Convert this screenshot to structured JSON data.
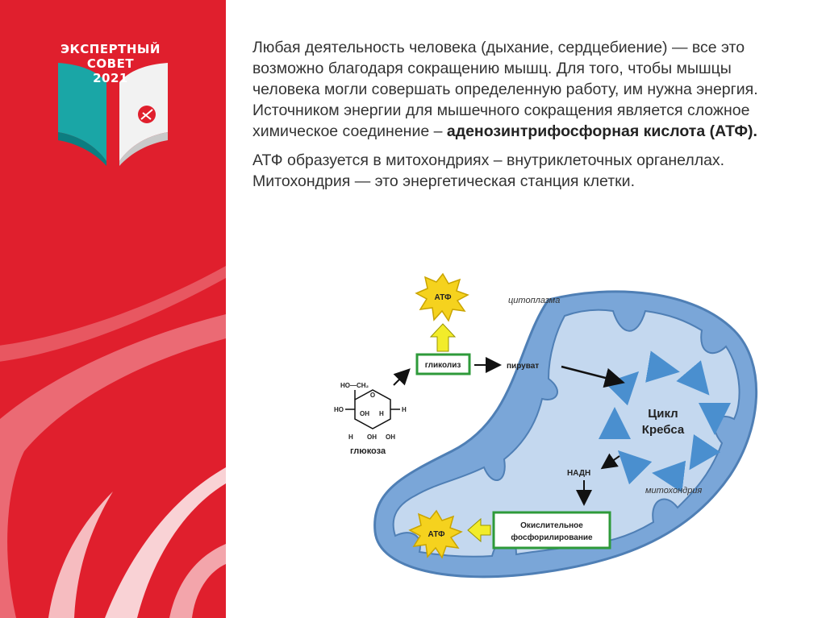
{
  "logo": {
    "line1": "ЭКСПЕРТНЫЙ",
    "line2": "СОВЕТ",
    "line3": "2021"
  },
  "paragraph1": {
    "normal": "Любая деятельность человека (дыхание, сердцебиение) — все это возможно благодаря сокращению мышц. Для того, чтобы мышцы человека могли совершать определенную работу, им нужна энергия. Источником энергии для мышечного сокращения является сложное химическое соединение – ",
    "bold": "аденозинтрифосфорная кислота (АТФ)."
  },
  "paragraph2": "АТФ образуется в митохондриях – внутриклеточных органеллах. Митохондрия — это энергетическая станция клетки.",
  "diagram": {
    "atp_top": "АТФ",
    "atp_bottom": "АТФ",
    "cytoplasm": "цитоплазма",
    "glycolysis": "гликолиз",
    "pyruvate": "пируват",
    "krebs_line1": "Цикл",
    "krebs_line2": "Кребса",
    "nadh": "НАДН",
    "mitochondrion": "митохондрия",
    "oxphos_line1": "Окислительное",
    "oxphos_line2": "фосфорилирование",
    "glucose": "глюкоза",
    "glucose_ch2": "HO—CH₂",
    "glucose_h": "H",
    "glucose_oh": "OH",
    "glucose_ho": "HO"
  },
  "colors": {
    "brand_red": "#e01f2d",
    "membrane_blue": "#7aa6d8",
    "matrix_blue": "#c4d8ef",
    "box_green": "#2e9a3a",
    "atp_yellow": "#f5d21e",
    "arrow_yellow": "#f2ec2a"
  }
}
